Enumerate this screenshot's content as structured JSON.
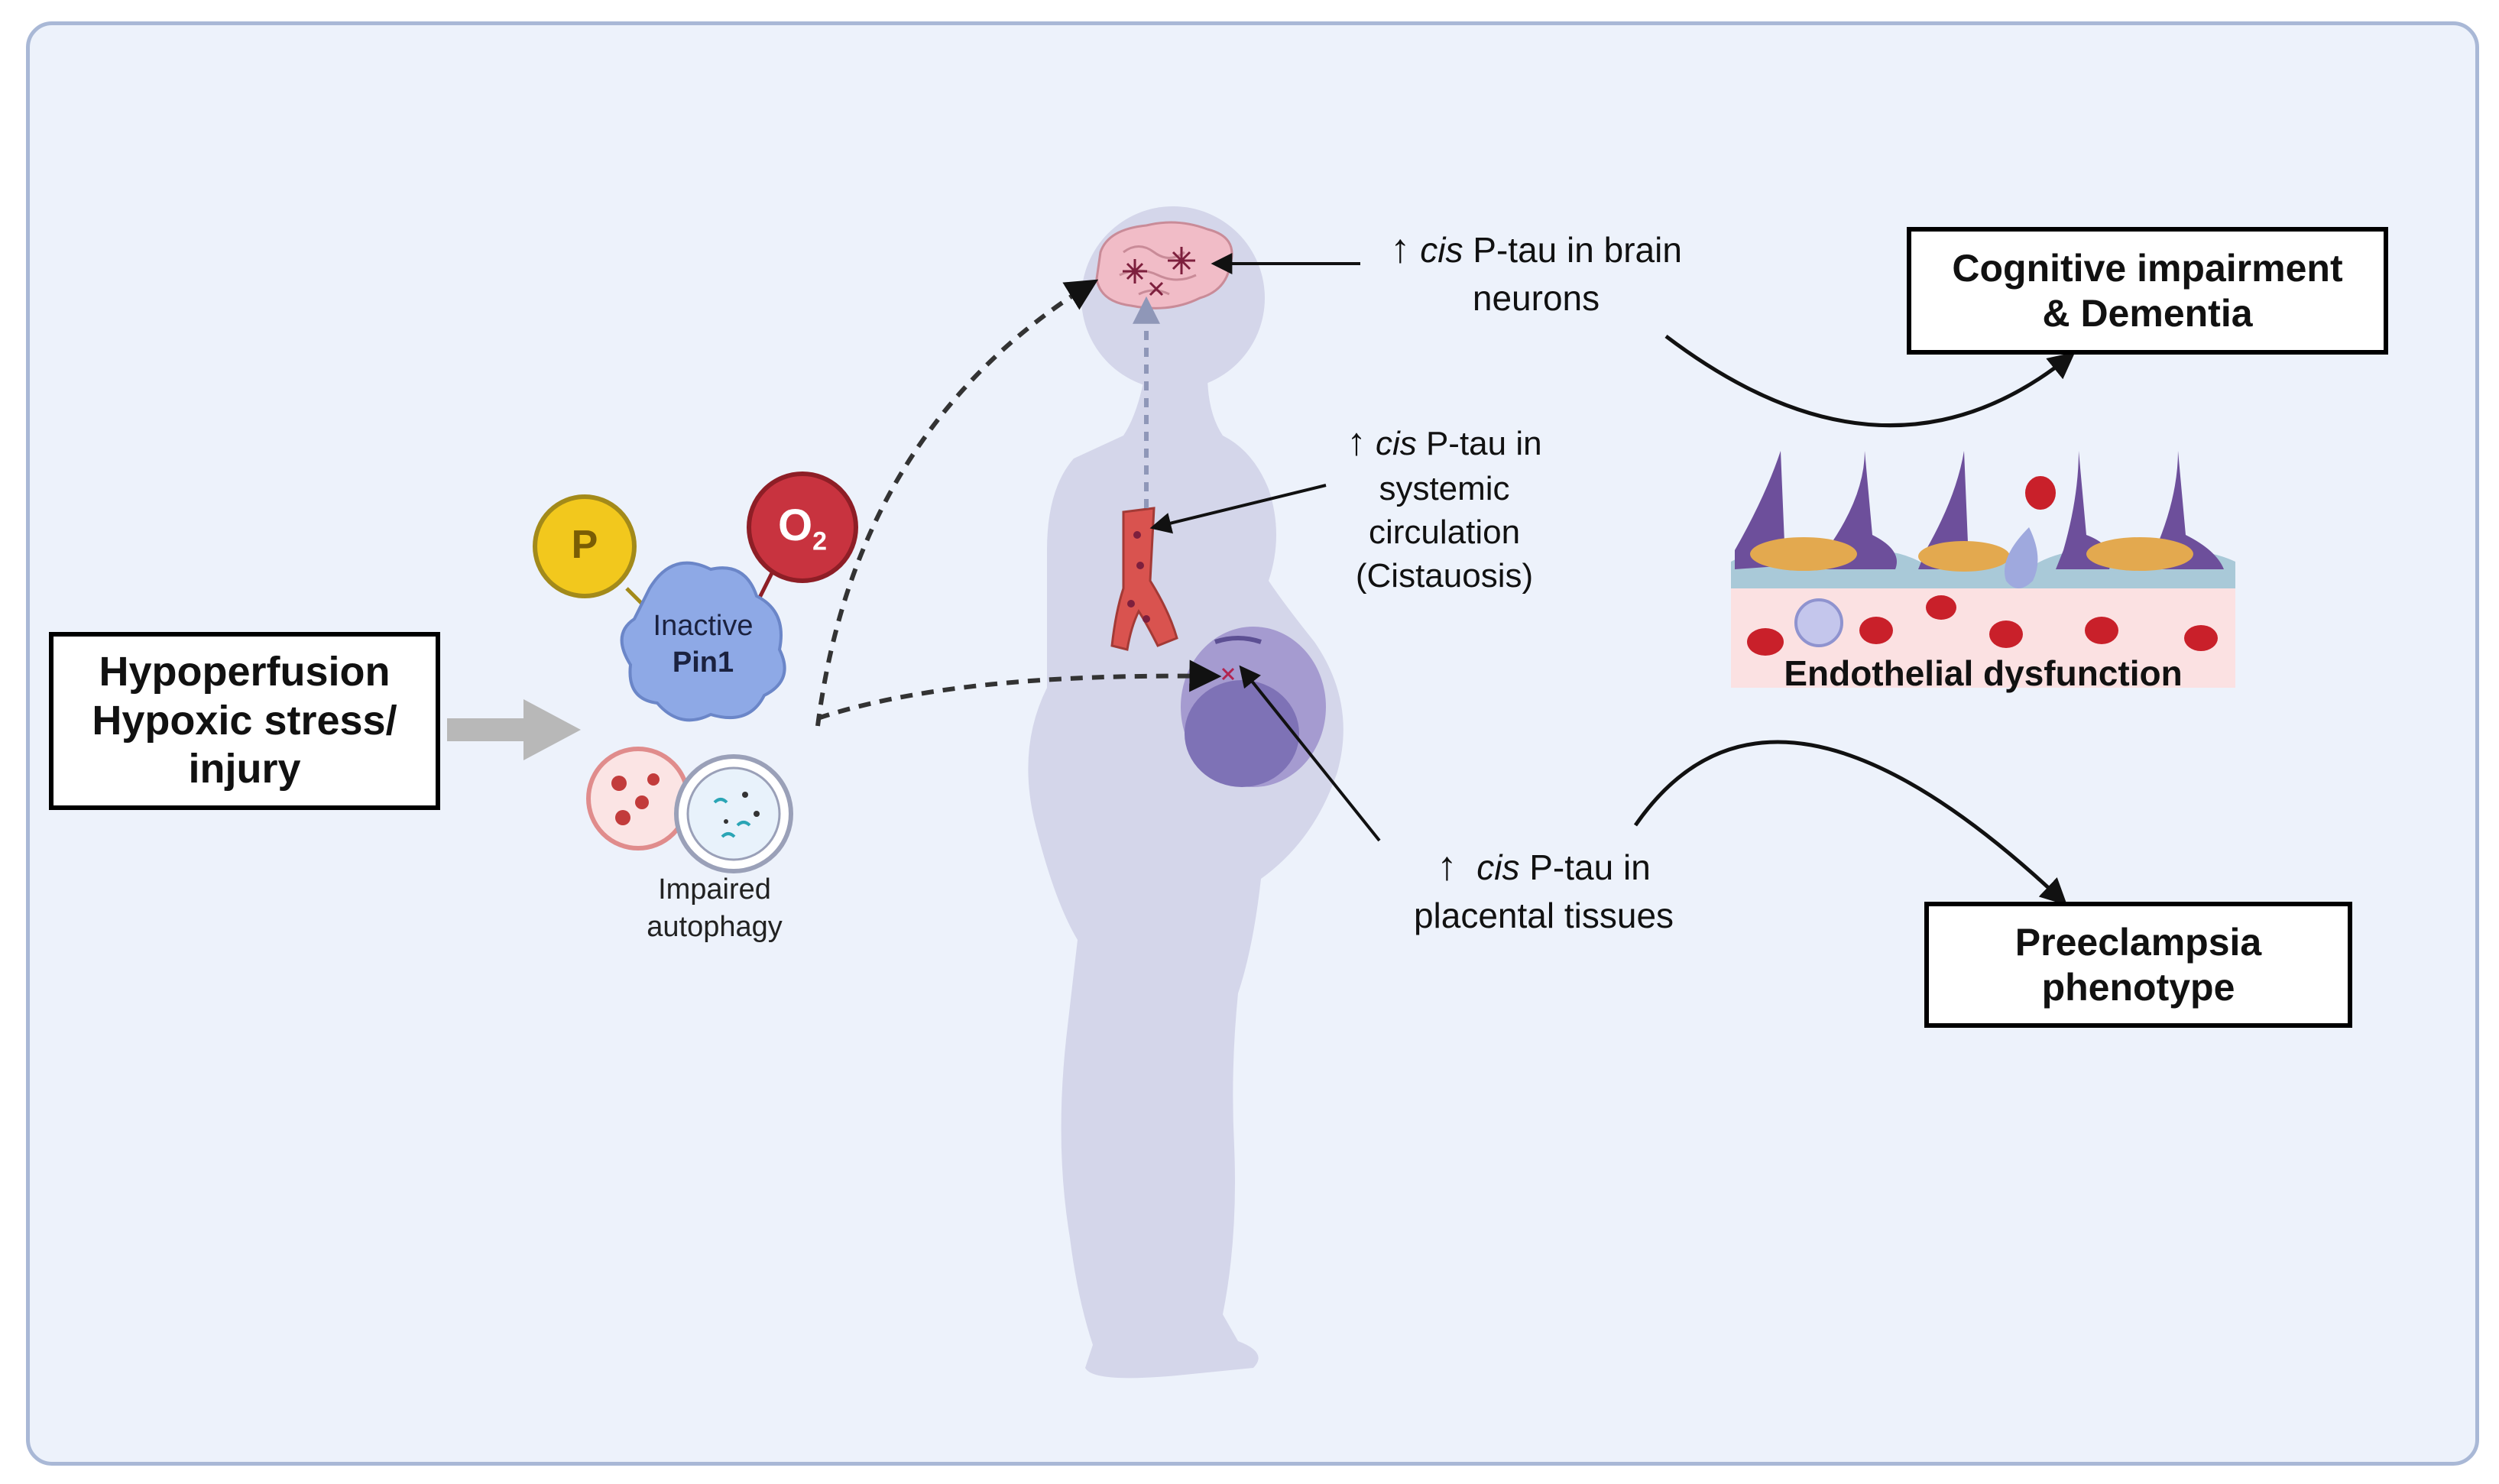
{
  "input_box": {
    "lines": [
      "Hypoperfusion",
      "Hypoxic stress/",
      "injury"
    ]
  },
  "molecules": {
    "phospho_label": "P",
    "superoxide_label": "O",
    "superoxide_subscript": "2",
    "inactive_label": "Inactive",
    "pin1_label": "Pin1",
    "autophagy_line1": "Impaired",
    "autophagy_line2": "autophagy"
  },
  "sites": {
    "up_arrow": "↑",
    "brain": {
      "italic": "cis",
      "line1": " P-tau in brain",
      "line2": "neurons"
    },
    "circulation": {
      "italic": "cis",
      "line1": " P-tau in",
      "line2": "systemic",
      "line3": "circulation",
      "line4": "(Cistauosis)"
    },
    "placenta": {
      "italic": "cis",
      "line1": " P-tau in",
      "line2": "placental tissues"
    }
  },
  "endothelium": {
    "label": "Endothelial dysfunction"
  },
  "outcomes": {
    "cognitive": [
      "Cognitive impairment",
      "& Dementia"
    ],
    "preeclampsia": [
      "Preeclampsia",
      "phenotype"
    ]
  },
  "colors": {
    "panel_bg": "#edf2fb",
    "panel_border": "#a9b8d6",
    "silhouette": "#d4d6ea",
    "phospho": "#f2c81d",
    "superoxide": "#c8333f",
    "pin1": "#8ea9e6",
    "brain": "#f1bcc7",
    "vessel": "#d9534f",
    "placenta": "#7e72b6",
    "endothelial_purple": "#6d4f9b",
    "endothelial_orange": "#e3a94f",
    "rbc": "#c9202a"
  }
}
